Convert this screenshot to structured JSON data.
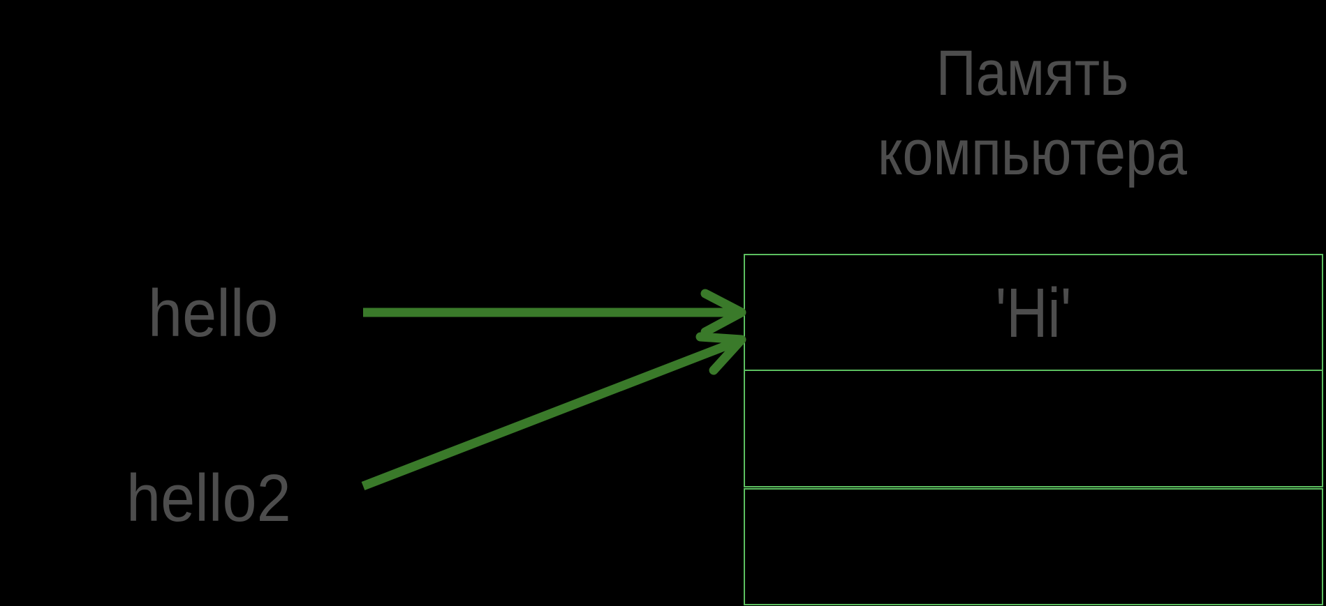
{
  "diagram": {
    "title": "Память компьютера",
    "title_lines": [
      "Память",
      "компьютера"
    ],
    "variables": [
      {
        "name": "hello",
        "points_to_cell": 0
      },
      {
        "name": "hello2",
        "points_to_cell": 0
      }
    ],
    "memory_cells": [
      {
        "value": "'Hi'"
      },
      {
        "value": ""
      },
      {
        "value": ""
      }
    ],
    "colors": {
      "background": "#000000",
      "text": "#4d4d4d",
      "arrow": "#3a7a2a",
      "cell_border": "#5cbf60"
    }
  }
}
